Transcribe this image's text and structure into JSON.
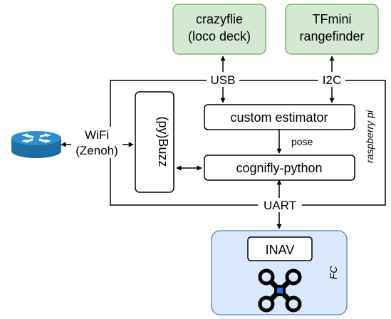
{
  "nodes": {
    "crazyflie": {
      "line1": "crazyflie",
      "line2": "(loco deck)"
    },
    "tfmini": {
      "line1": "TFmini",
      "line2": "rangefinder"
    },
    "custom_estimator": {
      "label": "custom estimator"
    },
    "cognifly_python": {
      "label": "cognifly-python"
    },
    "buzz": {
      "label": "(py)Buzz"
    },
    "raspberry_pi": {
      "label": "raspberry pi"
    },
    "fc": {
      "label": "FC"
    },
    "inav": {
      "label": "INAV"
    },
    "router": {
      "icon": "router-icon"
    },
    "drone": {
      "icon": "quadcopter-icon"
    }
  },
  "edges": {
    "usb": "USB",
    "i2c": "I2C",
    "pose": "pose",
    "uart": "UART",
    "wifi_line1": "WiFi",
    "wifi_line2": "(Zenoh)"
  },
  "colors": {
    "green_fill": "#d5e8d4",
    "green_stroke": "#82b366",
    "blue_fill": "#dae8fc",
    "blue_stroke": "#6c8ebf",
    "router_fill": "#1f7fb8",
    "drone_blue": "#1a73e8"
  }
}
